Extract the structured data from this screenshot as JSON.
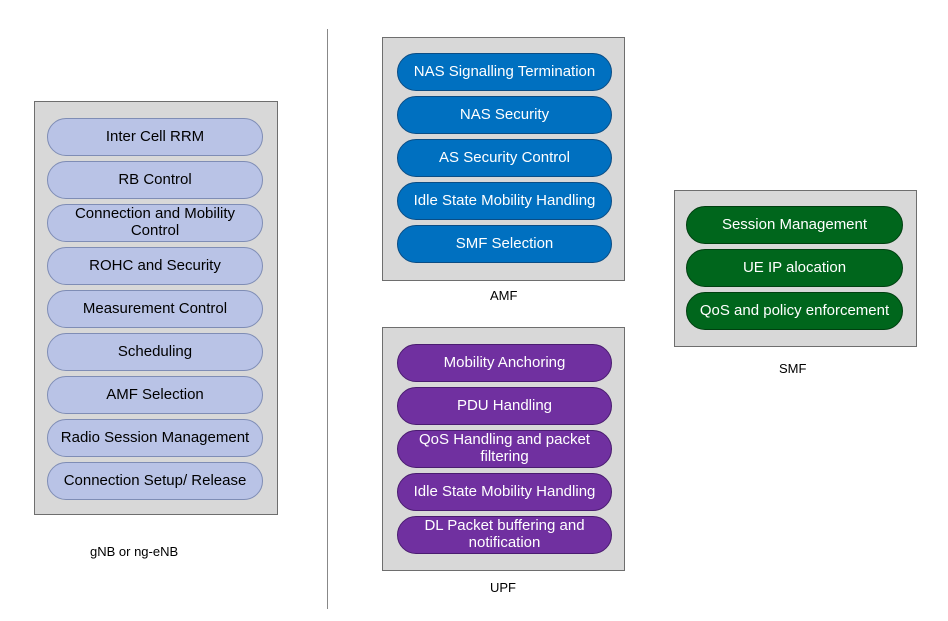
{
  "gnb": {
    "caption": "gNB or ng-eNB",
    "functions": [
      "Inter Cell RRM",
      "RB Control",
      "Connection and Mobility Control",
      "ROHC and Security",
      "Measurement Control",
      "Scheduling",
      "AMF Selection",
      "Radio Session Management",
      "Connection Setup/ Release"
    ]
  },
  "amf": {
    "caption": "AMF",
    "functions": [
      "NAS Signalling Termination",
      "NAS Security",
      "AS Security Control",
      "Idle State Mobility Handling",
      "SMF Selection"
    ]
  },
  "upf": {
    "caption": "UPF",
    "functions": [
      "Mobility Anchoring",
      "PDU Handling",
      "QoS Handling and packet filtering",
      "Idle State Mobility Handling",
      "DL Packet buffering and notification"
    ]
  },
  "smf": {
    "caption": "SMF",
    "functions": [
      "Session Management",
      "UE IP alocation",
      "QoS and policy enforcement"
    ]
  },
  "colors": {
    "gnb_pill": "#b9c3e6",
    "amf_pill": "#0070c0",
    "upf_pill": "#7030a0",
    "smf_pill": "#00661c",
    "box_fill": "#d8d8d8"
  }
}
